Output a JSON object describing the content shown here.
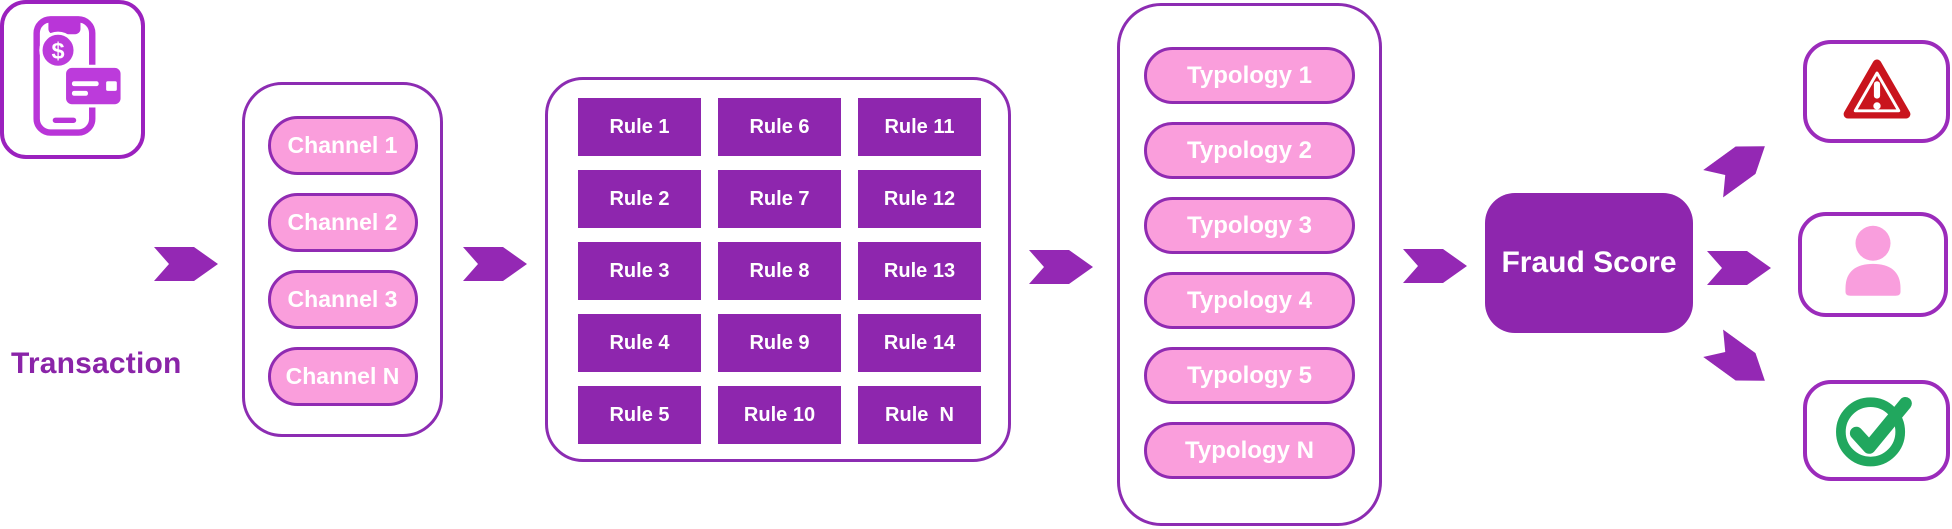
{
  "diagram": {
    "transaction": {
      "label": "Transaction",
      "icon": "mobile-payment-icon"
    },
    "channels": {
      "items": [
        "Channel 1",
        "Channel 2",
        "Channel 3",
        "Channel N"
      ]
    },
    "rules": {
      "items": [
        "Rule 1",
        "Rule 2",
        "Rule 3",
        "Rule 4",
        "Rule 5",
        "Rule 6",
        "Rule 7",
        "Rule 8",
        "Rule 9",
        "Rule 10",
        "Rule 11",
        "Rule 12",
        "Rule 13",
        "Rule 14",
        "Rule  N"
      ]
    },
    "typologies": {
      "items": [
        "Typology 1",
        "Typology 2",
        "Typology 3",
        "Typology 4",
        "Typology 5",
        "Typology N"
      ]
    },
    "fraud_score": {
      "label": "Fraud Score"
    },
    "outcomes": {
      "alert_icon": "warning-triangle-icon",
      "review_icon": "person-icon",
      "clear_icon": "check-circle-icon"
    },
    "colors": {
      "box_purple": "#8E26AE",
      "arrow_purple": "#9428B4",
      "container_border_purple": "#8C2CB2",
      "pill_pink": "#FA9EDC",
      "icon_magenta": "#BC3BDB",
      "alert_red": "#C9141D",
      "person_pink": "#F99EDD",
      "check_green": "#21A75E",
      "label_purple": "#8A24A8"
    }
  }
}
